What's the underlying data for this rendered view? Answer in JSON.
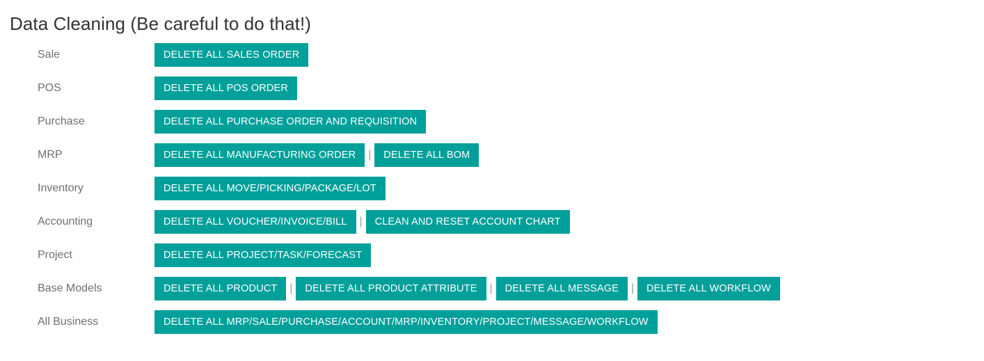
{
  "page": {
    "title": "Data Cleaning (Be careful to do that!)",
    "accent_color": "#00a09a",
    "button_text_color": "#ffffff",
    "label_color": "#6f6f6f",
    "title_color": "#333333",
    "separator_glyph": "|"
  },
  "rows": [
    {
      "label": "Sale",
      "buttons": [
        {
          "label": "Delete all Sales Order"
        }
      ]
    },
    {
      "label": "POS",
      "buttons": [
        {
          "label": "Delete all POS Order"
        }
      ]
    },
    {
      "label": "Purchase",
      "buttons": [
        {
          "label": "Delete all Purchase Order and Requisition"
        }
      ]
    },
    {
      "label": "MRP",
      "buttons": [
        {
          "label": "Delete all Manufacturing Order"
        },
        {
          "label": "Delete all BOM"
        }
      ]
    },
    {
      "label": "Inventory",
      "buttons": [
        {
          "label": "Delete all Move/Picking/Package/Lot"
        }
      ]
    },
    {
      "label": "Accounting",
      "buttons": [
        {
          "label": "Delete all Voucher/Invoice/Bill"
        },
        {
          "label": "Clean and Reset Account Chart"
        }
      ]
    },
    {
      "label": "Project",
      "buttons": [
        {
          "label": "Delete all Project/Task/Forecast"
        }
      ]
    },
    {
      "label": "Base Models",
      "buttons": [
        {
          "label": "Delete all Product"
        },
        {
          "label": "Delete all Product Attribute"
        },
        {
          "label": "Delete all Message"
        },
        {
          "label": "Delete all Workflow"
        }
      ]
    },
    {
      "label": "All Business",
      "buttons": [
        {
          "label": "Delete all MRP/Sale/Purchase/Account/MRP/Inventory/Project/Message/Workflow"
        }
      ]
    }
  ]
}
